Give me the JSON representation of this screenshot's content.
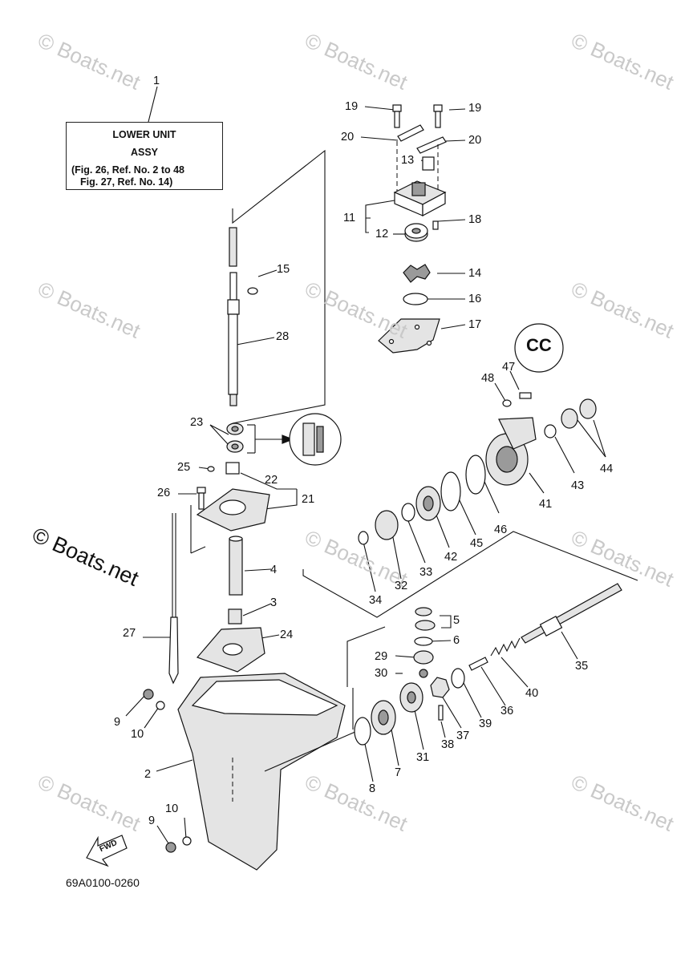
{
  "watermark_text": "© Boats.net",
  "watermark_big": "© Boats.net",
  "assembly_box": {
    "line1": "LOWER UNIT",
    "line2": "ASSY",
    "line3": "(Fig. 26, Ref. No. 2 to 48",
    "line4": "Fig. 27, Ref. No. 14)"
  },
  "fwd_label": "FWD",
  "cc_label": "CC",
  "diagram_code": "69A0100-0260",
  "callouts": [
    "1",
    "19",
    "19",
    "20",
    "20",
    "13",
    "11",
    "18",
    "12",
    "15",
    "14",
    "16",
    "28",
    "17",
    "47",
    "48",
    "23",
    "44",
    "25",
    "22",
    "43",
    "26",
    "21",
    "41",
    "46",
    "45",
    "42",
    "4",
    "33",
    "32",
    "34",
    "3",
    "5",
    "27",
    "24",
    "6",
    "29",
    "35",
    "30",
    "40",
    "9",
    "10",
    "36",
    "39",
    "37",
    "38",
    "31",
    "2",
    "7",
    "8",
    "10",
    "9"
  ]
}
